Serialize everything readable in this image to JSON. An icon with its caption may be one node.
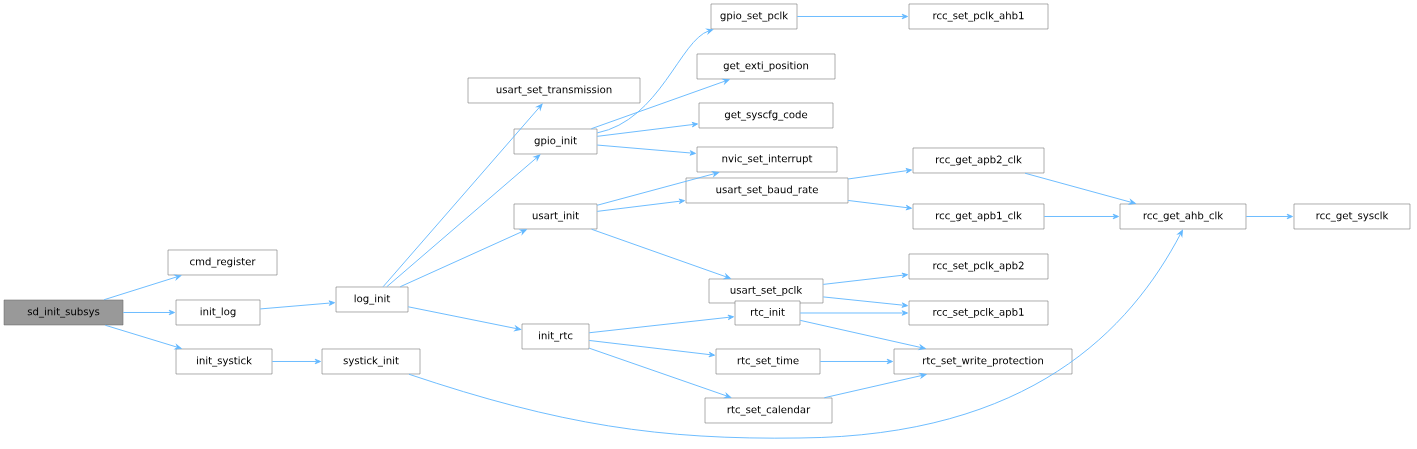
{
  "diagram": {
    "nodes": [
      {
        "text": [
          "sd_init_subsys"
        ]
      },
      {
        "text": [
          "cmd_register"
        ]
      },
      {
        "text": [
          "init_log"
        ]
      },
      {
        "text": [
          "init_systick"
        ]
      },
      {
        "text": [
          "log_init"
        ]
      },
      {
        "text": [
          "systick_init"
        ]
      },
      {
        "text": [
          "usart_set_transmission"
        ]
      },
      {
        "text": [
          "gpio_init"
        ]
      },
      {
        "text": [
          "usart_init"
        ]
      },
      {
        "text": [
          "init_rtc"
        ]
      },
      {
        "text": [
          "gpio_set_pclk"
        ]
      },
      {
        "text": [
          "get_exti_position"
        ]
      },
      {
        "text": [
          "get_syscfg_code"
        ]
      },
      {
        "text": [
          "nvic_set_interrupt"
        ]
      },
      {
        "text": [
          "usart_set_baud_rate"
        ]
      },
      {
        "text": [
          "usart_set_pclk"
        ]
      },
      {
        "text": [
          "rtc_init"
        ]
      },
      {
        "text": [
          "rtc_set_time"
        ]
      },
      {
        "text": [
          "rtc_set_calendar"
        ]
      },
      {
        "text": [
          "rcc_set_pclk_ahb1"
        ]
      },
      {
        "text": [
          "rcc_get_apb2_clk"
        ]
      },
      {
        "text": [
          "rcc_get_apb1_clk"
        ]
      },
      {
        "text": [
          "rcc_set_pclk_apb2"
        ]
      },
      {
        "text": [
          "rcc_set_pclk_apb1"
        ]
      },
      {
        "text": [
          "rtc_set_write_protection"
        ]
      },
      {
        "text": [
          "rcc_get_ahb_clk"
        ]
      },
      {
        "text": [
          "rcc_get_sysclk"
        ]
      }
    ],
    "edges": [
      {
        "from": 0,
        "to": 1,
        "arrow": "to"
      },
      {
        "from": 0,
        "to": 2,
        "arrow": "to"
      },
      {
        "from": 0,
        "to": 3,
        "arrow": "to"
      },
      {
        "from": 2,
        "to": 4,
        "arrow": "to"
      },
      {
        "from": 3,
        "to": 5,
        "arrow": "to"
      },
      {
        "from": 4,
        "to": 6,
        "arrow": "to"
      },
      {
        "from": 4,
        "to": 7,
        "arrow": "to"
      },
      {
        "from": 4,
        "to": 8,
        "arrow": "to"
      },
      {
        "from": 4,
        "to": 9,
        "arrow": "to"
      },
      {
        "from": 5,
        "to": 25,
        "arrow": "to"
      },
      {
        "from": 7,
        "to": 10,
        "arrow": "to"
      },
      {
        "from": 7,
        "to": 11,
        "arrow": "to"
      },
      {
        "from": 7,
        "to": 12,
        "arrow": "to"
      },
      {
        "from": 7,
        "to": 13,
        "arrow": "to"
      },
      {
        "from": 8,
        "to": 13,
        "arrow": "to"
      },
      {
        "from": 8,
        "to": 14,
        "arrow": "to"
      },
      {
        "from": 8,
        "to": 15,
        "arrow": "to"
      },
      {
        "from": 9,
        "to": 16,
        "arrow": "to"
      },
      {
        "from": 9,
        "to": 17,
        "arrow": "to"
      },
      {
        "from": 9,
        "to": 18,
        "arrow": "to"
      },
      {
        "from": 10,
        "to": 19,
        "arrow": "to"
      },
      {
        "from": 14,
        "to": 20,
        "arrow": "to"
      },
      {
        "from": 14,
        "to": 21,
        "arrow": "to"
      },
      {
        "from": 15,
        "to": 22,
        "arrow": "to"
      },
      {
        "from": 15,
        "to": 23,
        "arrow": "to"
      },
      {
        "from": 16,
        "to": 23,
        "arrow": "to"
      },
      {
        "from": 16,
        "to": 24,
        "arrow": "to"
      },
      {
        "from": 17,
        "to": 24,
        "arrow": "to"
      },
      {
        "from": 18,
        "to": 24,
        "arrow": "to"
      },
      {
        "from": 20,
        "to": 25,
        "arrow": "to"
      },
      {
        "from": 21,
        "to": 25,
        "arrow": "to"
      },
      {
        "from": 25,
        "to": 26,
        "arrow": "to"
      }
    ]
  }
}
